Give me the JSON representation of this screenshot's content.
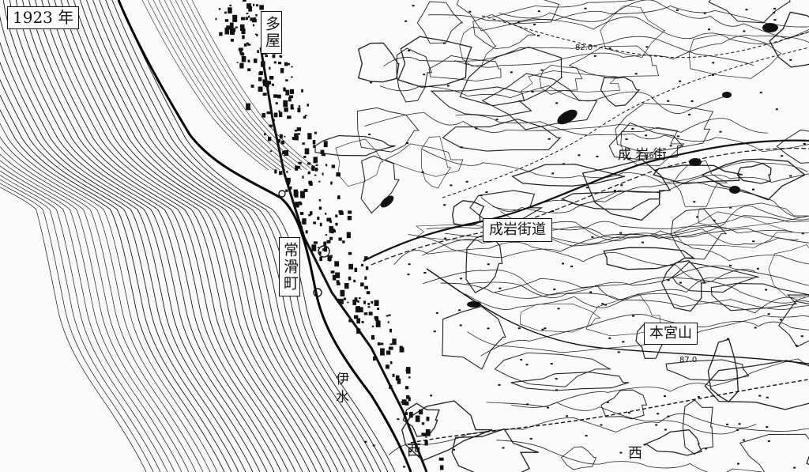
{
  "map": {
    "year_label": "1923 年",
    "town_labels": [
      {
        "id": "tama",
        "text": "多屋"
      },
      {
        "id": "tokoname",
        "text": "常滑町"
      }
    ],
    "road_label": "成岩街道",
    "mountain_label": "本宮山",
    "road_text_on_map": "成 岩 街",
    "place_nishi_1": "西",
    "place_nishi_2": "西",
    "place_mizu": "伊 水",
    "elevations": [
      "82.0",
      "86",
      "87.0"
    ]
  }
}
